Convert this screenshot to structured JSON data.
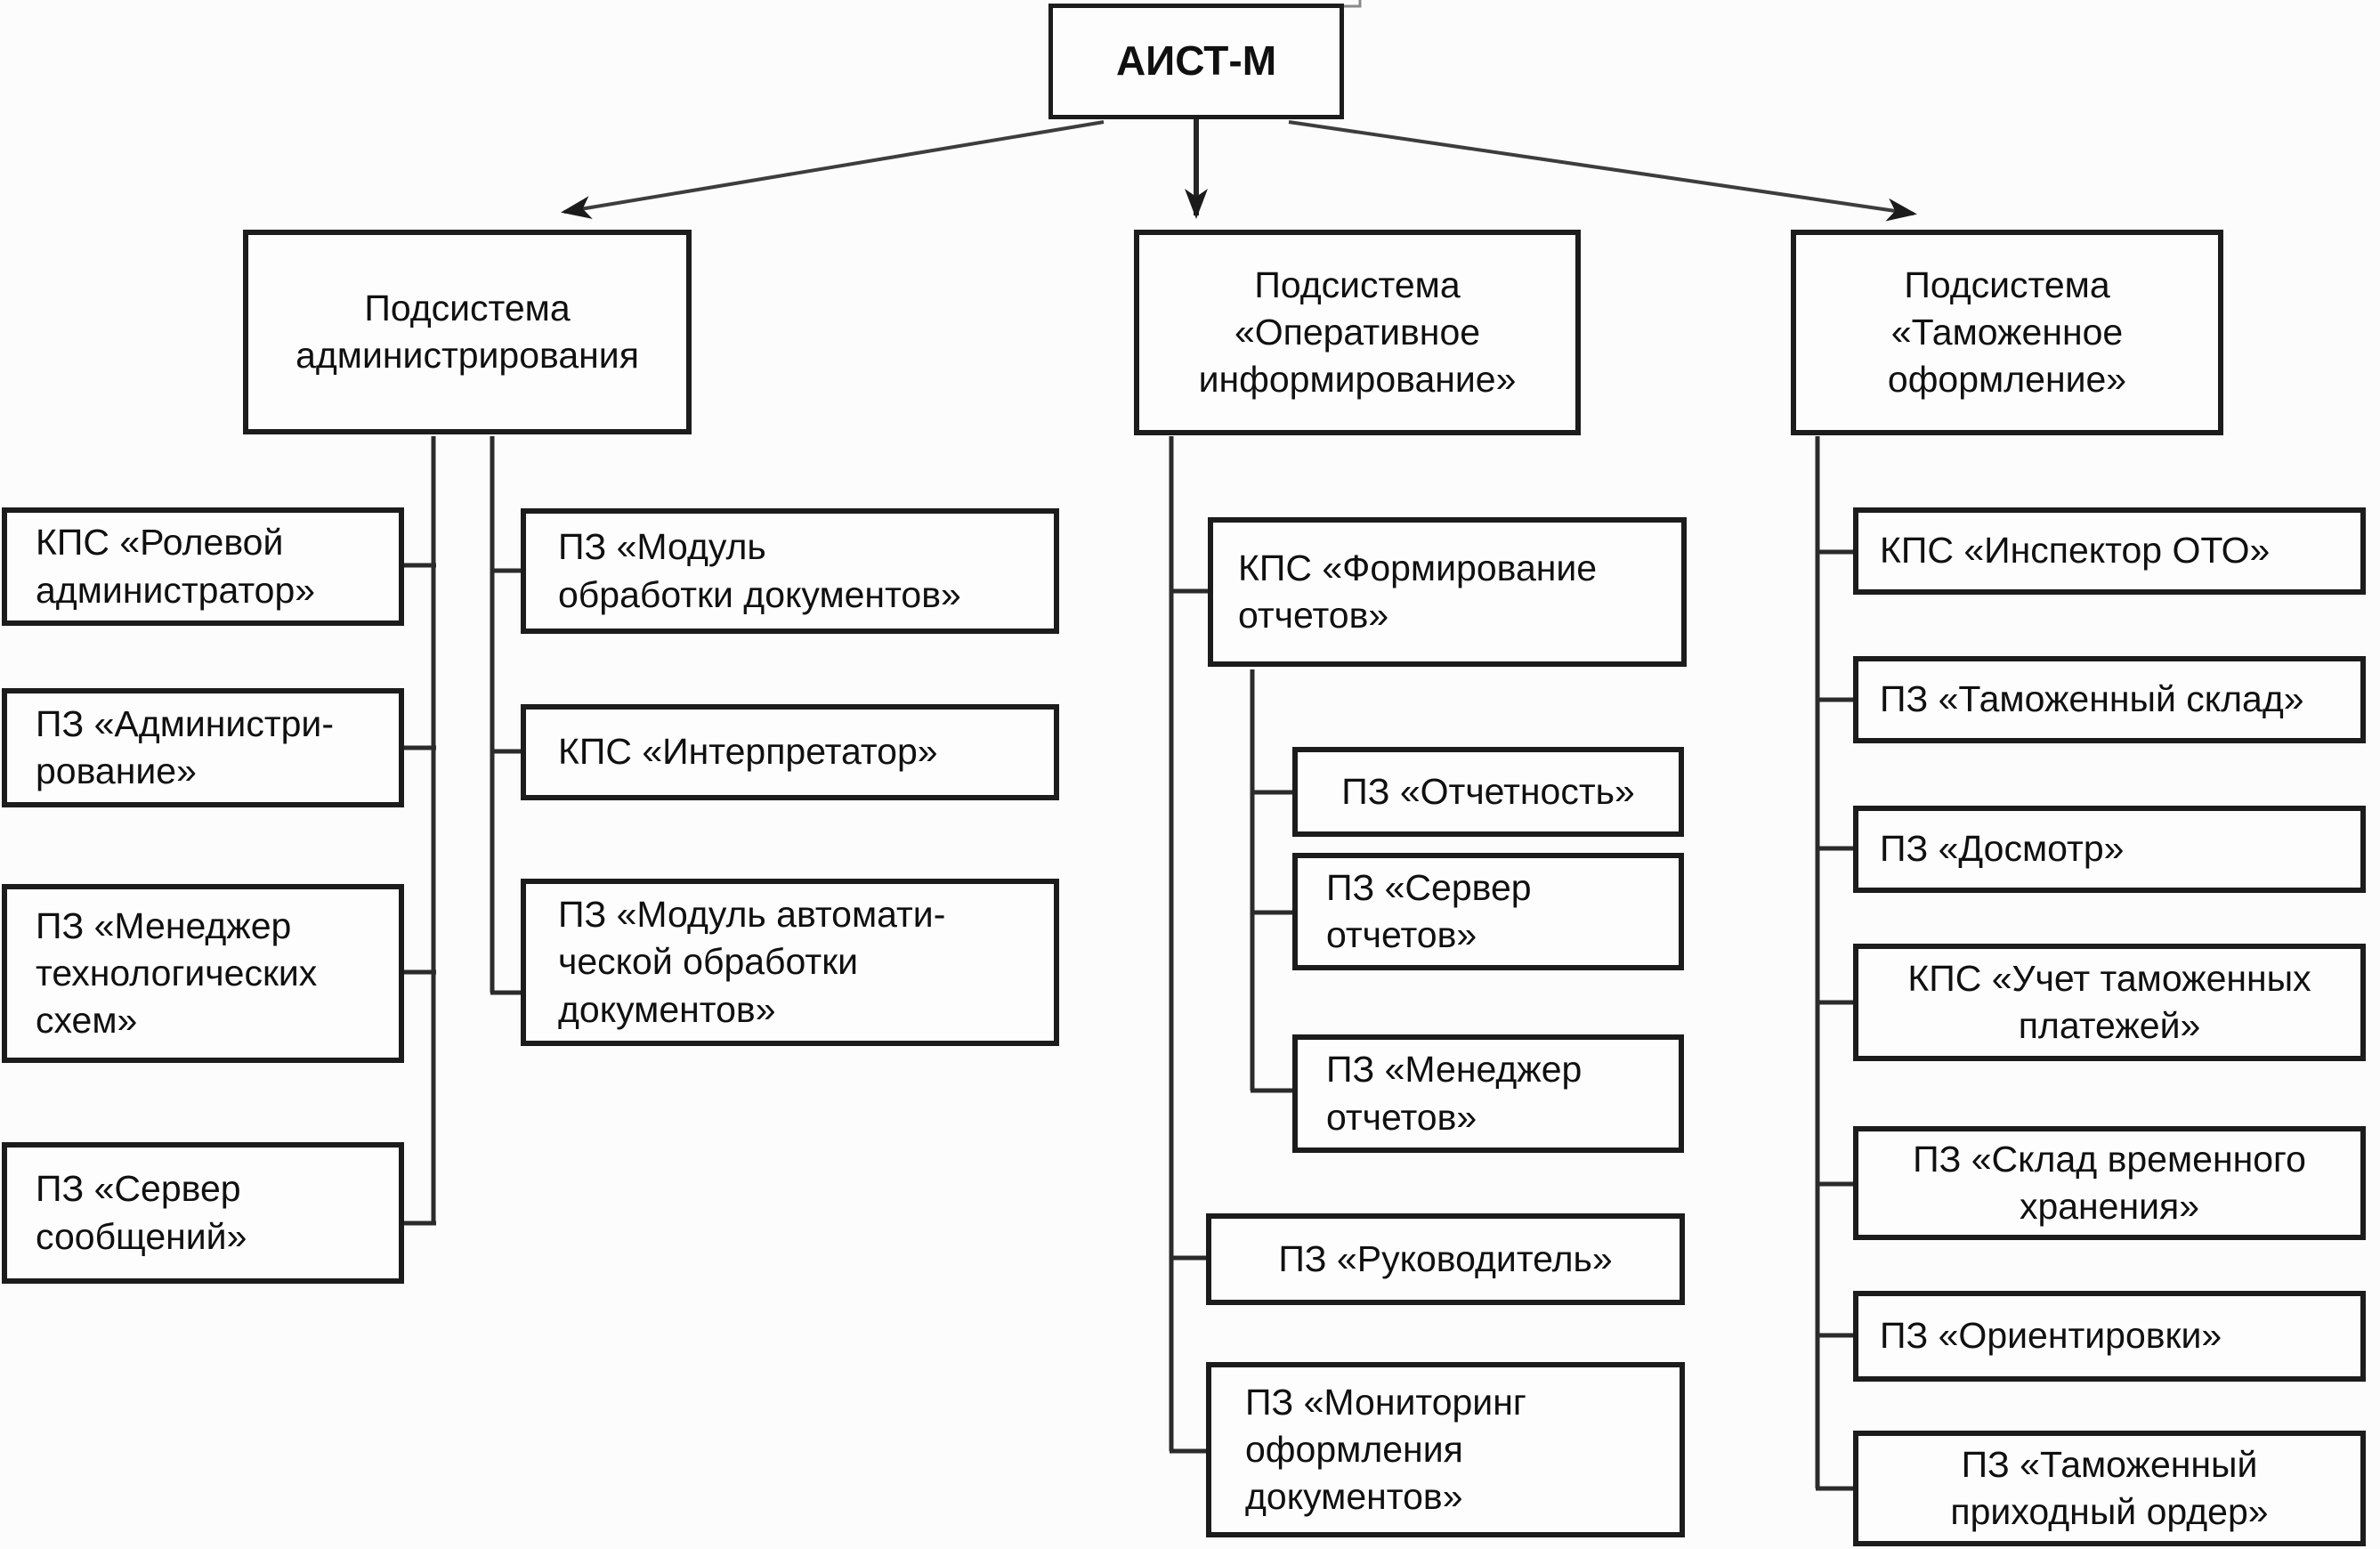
{
  "diagram": {
    "title": "АИСТ-М system structure diagram",
    "colors": {
      "background": "#fcfcfc",
      "box_border": "#1c1c1c",
      "connector": "#2b2b2b",
      "arrow": "#3d3d3d",
      "text": "#101010"
    },
    "root": {
      "label": "АИСТ-М"
    },
    "subsystems": [
      {
        "label": "Подсистема\nадминистрирования",
        "children_left": [
          {
            "label": "КПС «Ролевой\nадминистратор»"
          },
          {
            "label": "ПЗ «Администри-\nрование»"
          },
          {
            "label": "ПЗ «Менеджер\nтехнологических\nсхем»"
          },
          {
            "label": "ПЗ «Сервер\nсообщений»"
          }
        ],
        "children_right": [
          {
            "label": "ПЗ «Модуль\nобработки документов»"
          },
          {
            "label": "КПС «Интерпретатор»"
          },
          {
            "label": "ПЗ «Модуль автомати-\nческой обработки\nдокументов»"
          }
        ]
      },
      {
        "label": "Подсистема\n«Оперативное\nинформирование»",
        "children": [
          {
            "label": "КПС «Формирование\nотчетов»",
            "children": [
              {
                "label": "ПЗ «Отчетность»"
              },
              {
                "label": "ПЗ «Сервер\nотчетов»"
              },
              {
                "label": "ПЗ «Менеджер\nотчетов»"
              }
            ]
          },
          {
            "label": "ПЗ «Руководитель»"
          },
          {
            "label": "ПЗ «Мониторинг\nоформления\nдокументов»"
          }
        ]
      },
      {
        "label": "Подсистема\n«Таможенное\nоформление»",
        "children": [
          {
            "label": "КПС «Инспектор ОТО»"
          },
          {
            "label": "ПЗ «Таможенный склад»"
          },
          {
            "label": "ПЗ «Досмотр»"
          },
          {
            "label": "КПС «Учет таможенных\nплатежей»"
          },
          {
            "label": "ПЗ «Склад временного\nхранения»"
          },
          {
            "label": "ПЗ «Ориентировки»"
          },
          {
            "label": "ПЗ «Таможенный\nприходный ордер»"
          }
        ]
      }
    ]
  }
}
